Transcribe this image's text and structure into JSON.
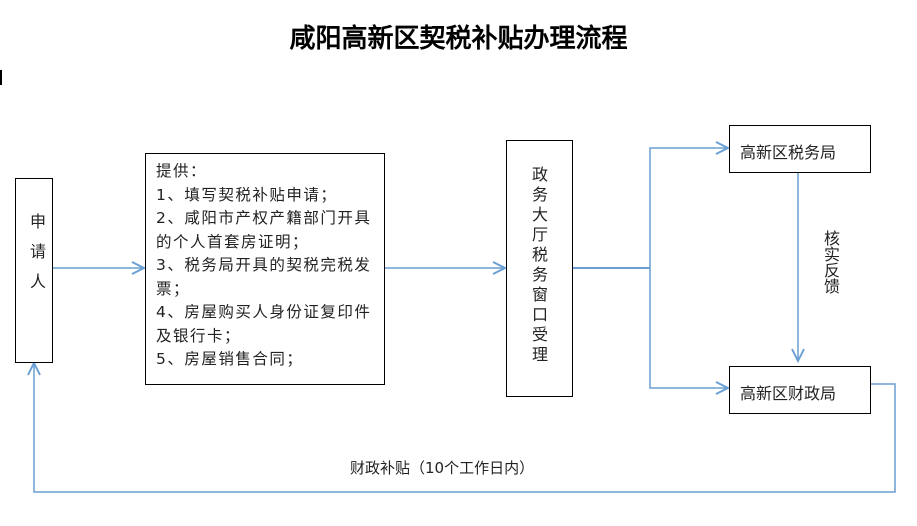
{
  "title": "咸阳高新区契税补贴办理流程",
  "applicant": "申请人",
  "documents": {
    "heading": "提供：",
    "items": [
      "1、填写契税补贴申请；",
      "2、咸阳市产权产籍部门开具的个人首套房证明；",
      "3、税务局开具的契税完税发票；",
      "4、房屋购买人身份证复印件及银行卡；",
      "5、房屋销售合同；"
    ]
  },
  "window": "政务大厅税务窗口受理",
  "tax_bureau": "高新区税务局",
  "finance_bureau": "高新区财政局",
  "feedback": "核实反馈",
  "subsidy": "财政补贴（10个工作日内）",
  "colors": {
    "arrow": "#6a9fd4"
  }
}
